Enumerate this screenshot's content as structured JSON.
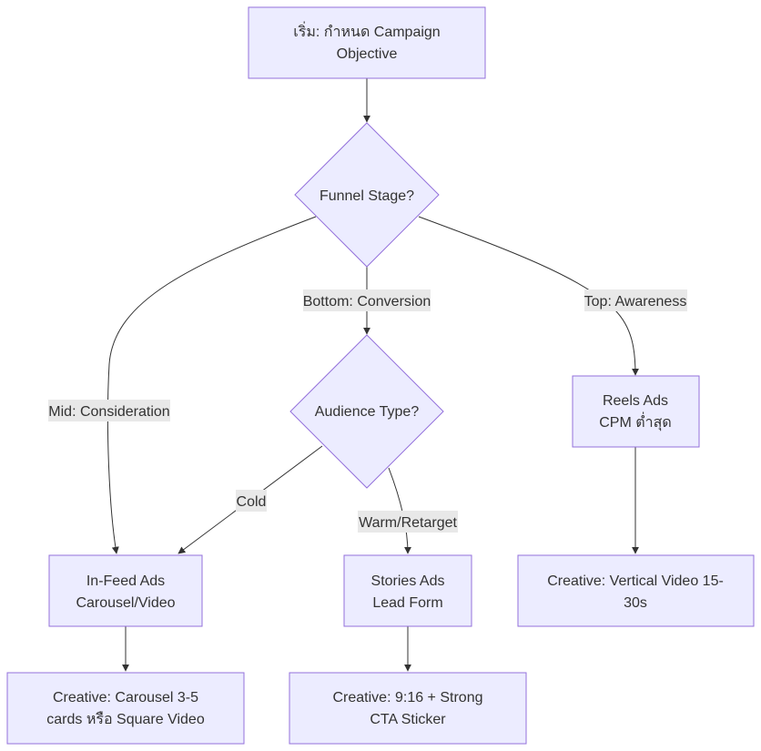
{
  "nodes": {
    "start": {
      "lines": [
        "เริ่ม: กำหนด Campaign",
        "Objective"
      ]
    },
    "funnel": {
      "lines": [
        "Funnel Stage?"
      ]
    },
    "audience": {
      "lines": [
        "Audience Type?"
      ]
    },
    "reels": {
      "lines": [
        "Reels Ads",
        "CPM ต่ำสุด"
      ]
    },
    "infeed": {
      "lines": [
        "In-Feed Ads",
        "Carousel/Video"
      ]
    },
    "stories": {
      "lines": [
        "Stories Ads",
        "Lead Form"
      ]
    },
    "creative_reels": {
      "lines": [
        "Creative: Vertical Video 15-",
        "30s"
      ]
    },
    "creative_infeed": {
      "lines": [
        "Creative: Carousel 3-5",
        "cards หรือ Square Video"
      ]
    },
    "creative_stories": {
      "lines": [
        "Creative: 9:16 + Strong",
        "CTA Sticker"
      ]
    }
  },
  "edge_labels": {
    "bottom": "Bottom: Conversion",
    "top": "Top: Awareness",
    "mid": "Mid: Consideration",
    "cold": "Cold",
    "warm": "Warm/Retarget"
  },
  "colors": {
    "node_fill": "#ececff",
    "node_stroke": "#9370db",
    "edge": "#333333",
    "label_bg": "#e8e8e8",
    "text": "#333333"
  }
}
